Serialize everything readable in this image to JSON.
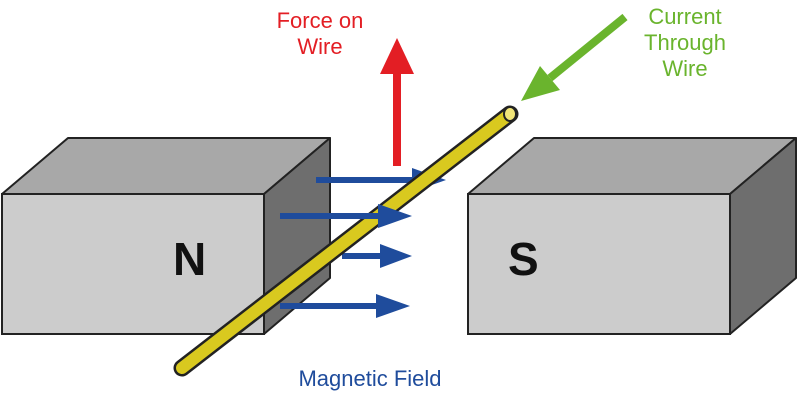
{
  "labels": {
    "force": "Force on\nWire",
    "current": "Current\nThrough\nWire",
    "field": "Magnetic Field"
  },
  "magnets": {
    "north": "N",
    "south": "S"
  },
  "colors": {
    "force": "#e31e24",
    "current": "#6ab42d",
    "field": "#1f4c9c",
    "wire": "#d9c91f",
    "magnet_front": "#cccccc",
    "magnet_top": "#a8a8a8",
    "magnet_side": "#6e6e6e"
  }
}
